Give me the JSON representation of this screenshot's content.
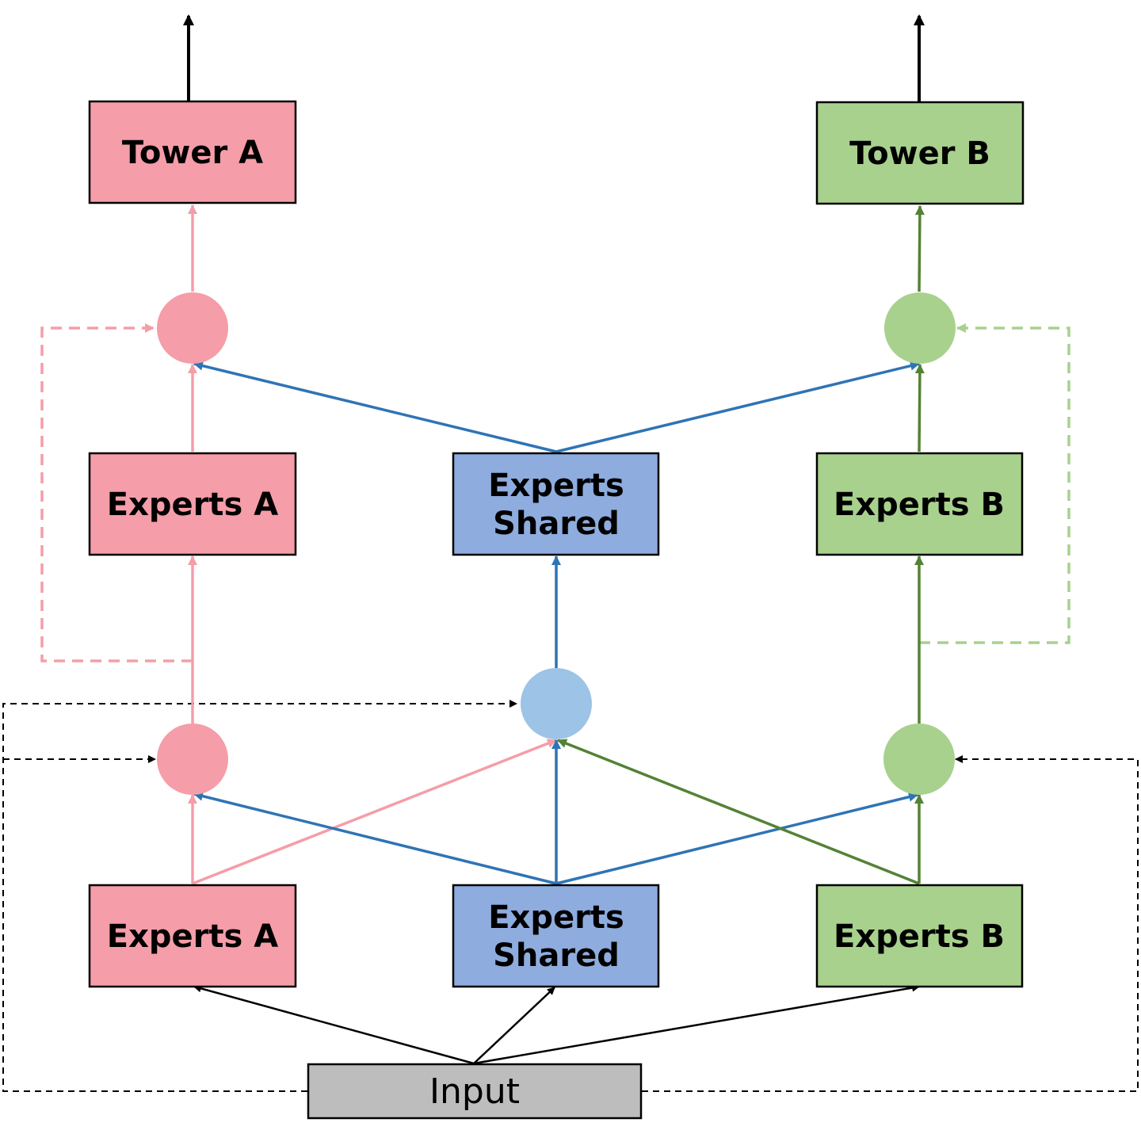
{
  "colors": {
    "pink": "#F59DA8",
    "green": "#A8D18D",
    "blue_box": "#8EACDE",
    "blue_gate": "#9DC3E6",
    "gray": "#BDBDBD",
    "blue_arrow": "#2E74B5",
    "green_arrow": "#548235"
  },
  "diagram": {
    "tower_a": "Tower A",
    "tower_b": "Tower B",
    "upper_experts_a": "Experts A",
    "upper_experts_shared_line1": "Experts",
    "upper_experts_shared_line2": "Shared",
    "upper_experts_b": "Experts B",
    "lower_experts_a": "Experts A",
    "lower_experts_shared_line1": "Experts",
    "lower_experts_shared_line2": "Shared",
    "lower_experts_b": "Experts B",
    "input": "Input"
  }
}
